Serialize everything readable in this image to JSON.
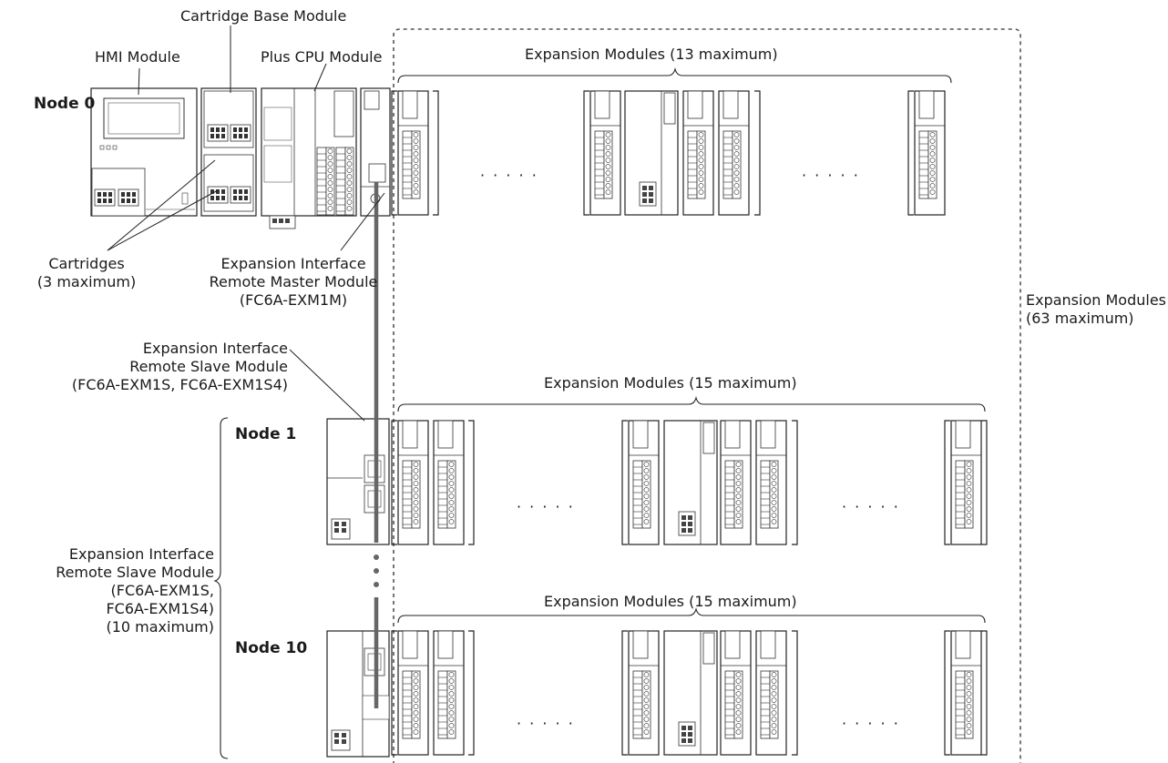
{
  "labels": {
    "cartridge_base": "Cartridge Base Module",
    "hmi": "HMI Module",
    "plus_cpu": "Plus CPU Module",
    "exp13": "Expansion Modules (13 maximum)",
    "cartridges": [
      "Cartridges",
      "(3 maximum)"
    ],
    "master": [
      "Expansion Interface",
      "Remote Master Module",
      "(FC6A-EXM1M)"
    ],
    "exp63": [
      "Expansion Modules",
      "(63 maximum)"
    ],
    "slave_node1": [
      "Expansion Interface",
      "Remote Slave Module",
      "(FC6A-EXM1S, FC6A-EXM1S4)"
    ],
    "exp15_node1": "Expansion Modules (15 maximum)",
    "slave_group": [
      "Expansion Interface",
      "Remote Slave Module",
      "(FC6A-EXM1S,",
      "FC6A-EXM1S4)",
      "(10 maximum)"
    ],
    "exp15_node10": "Expansion Modules (15 maximum)"
  },
  "nodes": {
    "node0": "Node 0",
    "node1": "Node 1",
    "node10": "Node 10"
  },
  "ellipsis": "· · · · ·"
}
